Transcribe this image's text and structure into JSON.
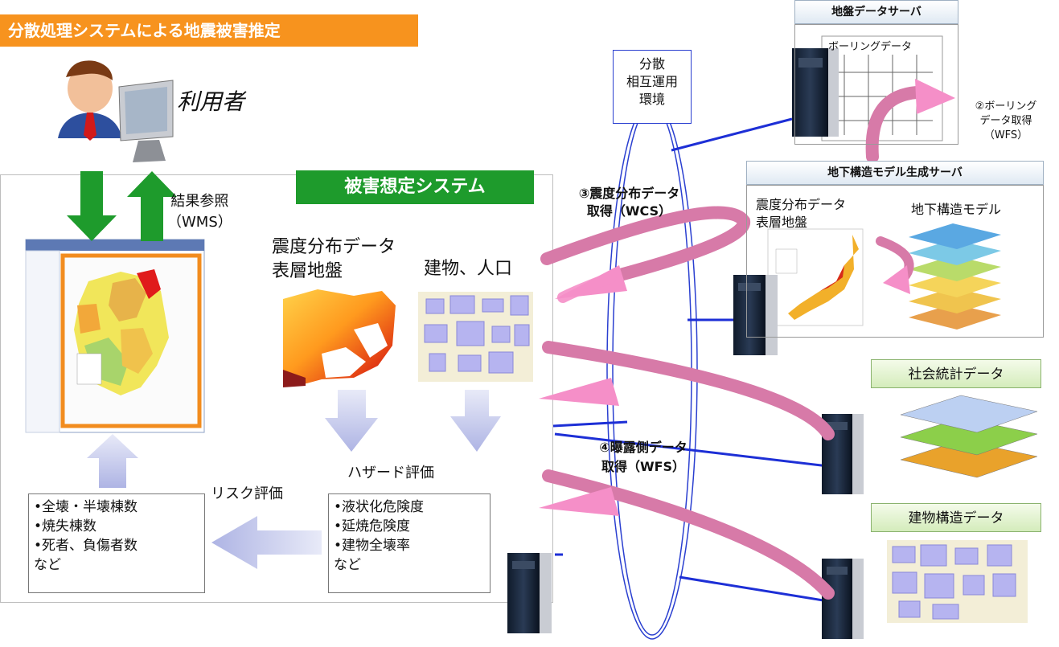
{
  "title": "分散処理システムによる地震被害推定",
  "user_label": "利用者",
  "result_ref": {
    "line1": "結果参照",
    "line2": "（WMS）"
  },
  "system_label": "被害想定システム",
  "map_labels": {
    "seismic": "震度分布データ",
    "surface": "表層地盤",
    "building_pop": "建物、人口"
  },
  "hazard_label": "ハザード評価",
  "risk_label": "リスク評価",
  "risk_list": [
    "•全壊・半壊棟数",
    "•焼失棟数",
    "•死者、負傷者数",
    "など"
  ],
  "hazard_list": [
    "•液状化危険度",
    "•延焼危険度",
    "•建物全壊率",
    "など"
  ],
  "distributed_env": [
    "分散",
    "相互運用",
    "環境"
  ],
  "ground_server": {
    "title": "地盤データサーバ",
    "doc_label": "ボーリングデータ"
  },
  "boring_fetch": [
    "②ボーリング",
    "データ取得",
    "（WFS）"
  ],
  "underground_server": {
    "title": "地下構造モデル生成サーバ",
    "left_label1": "震度分布データ",
    "left_label2": "表層地盤",
    "right_label": "地下構造モデル"
  },
  "wcs_fetch": [
    "③震度分布データ",
    "取得（WCS）"
  ],
  "wfs_fetch": [
    "④曝露側データ",
    "取得（WFS）"
  ],
  "social_stats": "社会統計データ",
  "building_struct": "建物構造データ",
  "colors": {
    "orange": "#f7931e",
    "green": "#1e9b2c",
    "pink": "#d77aa8",
    "pink_light": "#f58fc8",
    "blue_line": "#1d2fd6",
    "lavender": "#b7bde8"
  },
  "icons": [
    "user-at-computer-icon",
    "server-tower-icon",
    "down-arrow-icon",
    "up-arrow-icon",
    "left-arrow-icon",
    "curved-arrow-icon"
  ]
}
